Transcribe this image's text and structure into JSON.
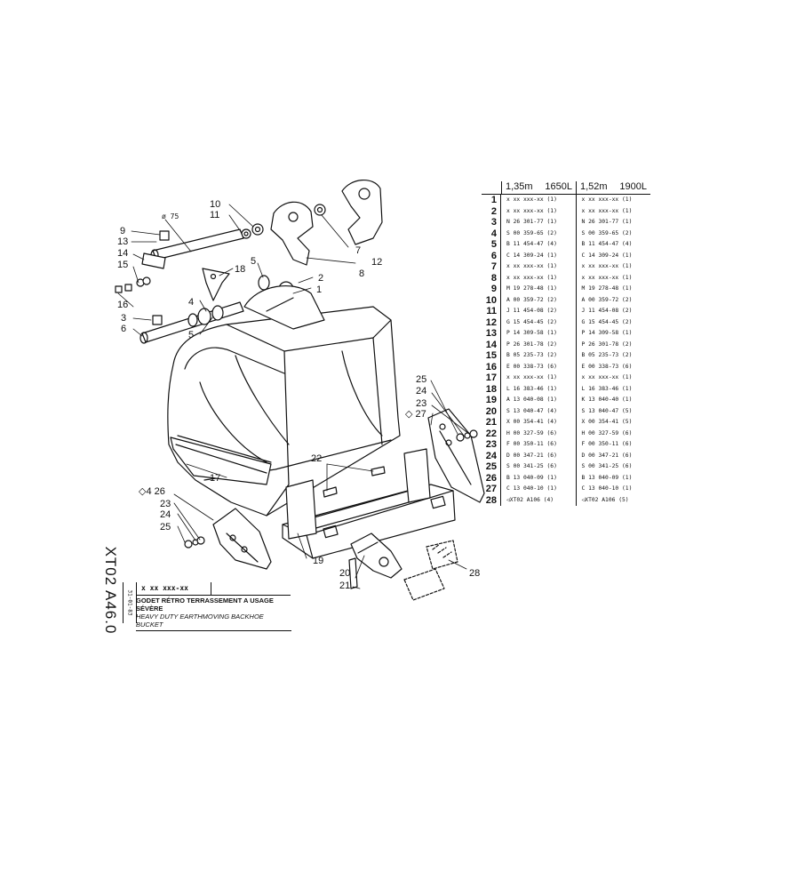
{
  "callouts": {
    "c1": "1",
    "c2": "2",
    "c3": "3",
    "c4": "4",
    "c5a": "5",
    "c5b": "5",
    "c6": "6",
    "c7": "7",
    "c8": "8",
    "c9": "9",
    "c10": "10",
    "c11": "11",
    "c12": "12",
    "c13": "13",
    "c14": "14",
    "c15": "15",
    "c16": "16",
    "c17": "17",
    "c18": "18",
    "c19": "19",
    "c20": "20",
    "c21": "21",
    "c22": "22",
    "c23a": "23",
    "c24a": "24",
    "c25a": "25",
    "c26": "◇4 26",
    "c23b": "23",
    "c24b": "24",
    "c25b": "25",
    "c27": "◇ 27",
    "c28": "28",
    "dimension": "ø 75"
  },
  "table": {
    "col1_header_left": "1,35m",
    "col1_header_right": "1650L",
    "col2_header_left": "1,52m",
    "col2_header_right": "1900L",
    "rows": [
      {
        "n": "1",
        "a": "x xx xxx-xx (1)",
        "b": "x xx xxx-xx (1)"
      },
      {
        "n": "2",
        "a": "x xx xxx-xx (1)",
        "b": "x xx xxx-xx (1)"
      },
      {
        "n": "3",
        "a": "N 26 301-77 (1)",
        "b": "N 26 301-77 (1)"
      },
      {
        "n": "4",
        "a": "S 00 359-65 (2)",
        "b": "S 00 359-65 (2)"
      },
      {
        "n": "5",
        "a": "B 11 454-47 (4)",
        "b": "B 11 454-47 (4)"
      },
      {
        "n": "6",
        "a": "C 14 309-24 (1)",
        "b": "C 14 309-24 (1)"
      },
      {
        "n": "7",
        "a": "x xx xxx-xx (1)",
        "b": "x xx xxx-xx (1)"
      },
      {
        "n": "8",
        "a": "x xx xxx-xx (1)",
        "b": "x xx xxx-xx (1)"
      },
      {
        "n": "9",
        "a": "M 19 278-48 (1)",
        "b": "M 19 278-48 (1)"
      },
      {
        "n": "10",
        "a": "A 00 359-72 (2)",
        "b": "A 00 359-72 (2)"
      },
      {
        "n": "11",
        "a": "J 11 454-08 (2)",
        "b": "J 11 454-08 (2)"
      },
      {
        "n": "12",
        "a": "G 15 454-45 (2)",
        "b": "G 15 454-45 (2)"
      },
      {
        "n": "13",
        "a": "P 14 309-58 (1)",
        "b": "P 14 309-58 (1)"
      },
      {
        "n": "14",
        "a": "P 26 301-78 (2)",
        "b": "P 26 301-78 (2)"
      },
      {
        "n": "15",
        "a": "B 05 235-73 (2)",
        "b": "B 05 235-73 (2)"
      },
      {
        "n": "16",
        "a": "E 00 338-73 (6)",
        "b": "E 00 338-73 (6)"
      },
      {
        "n": "17",
        "a": "x xx xxx-xx (1)",
        "b": "x xx xxx-xx (1)"
      },
      {
        "n": "18",
        "a": "L 16 383-46 (1)",
        "b": "L 16 383-46 (1)"
      },
      {
        "n": "19",
        "a": "A 13 040-08 (1)",
        "b": "K 13 040-40 (1)"
      },
      {
        "n": "20",
        "a": "S 13 040-47 (4)",
        "b": "S 13 040-47 (5)"
      },
      {
        "n": "21",
        "a": "X 00 354-41 (4)",
        "b": "X 00 354-41 (5)"
      },
      {
        "n": "22",
        "a": "H 00 327-59 (6)",
        "b": "H 00 327-59 (6)"
      },
      {
        "n": "23",
        "a": "F 00 350-11 (6)",
        "b": "F 00 350-11 (6)"
      },
      {
        "n": "24",
        "a": "D 00 347-21 (6)",
        "b": "D 00 347-21 (6)"
      },
      {
        "n": "25",
        "a": "S 00 341-25 (6)",
        "b": "S 00 341-25 (6)"
      },
      {
        "n": "26",
        "a": "B 13 040-09 (1)",
        "b": "B 13 040-09 (1)"
      },
      {
        "n": "27",
        "a": "C 13 040-10 (1)",
        "b": "C 13 040-10 (1)"
      },
      {
        "n": "28",
        "a": "◁XT02  A106 (4)",
        "b": "◁XT02  A106 (5)"
      }
    ]
  },
  "title_block": {
    "sheet_code": "XT02 A46.0",
    "reference": "x xx xxx-xx",
    "date_code": "31-01-83",
    "title_fr": "GODET RÉTRO TERRASSEMENT A USAGE SÉVÈRE",
    "title_en": "HEAVY DUTY EARTHMOVING BACKHOE BUCKET"
  }
}
